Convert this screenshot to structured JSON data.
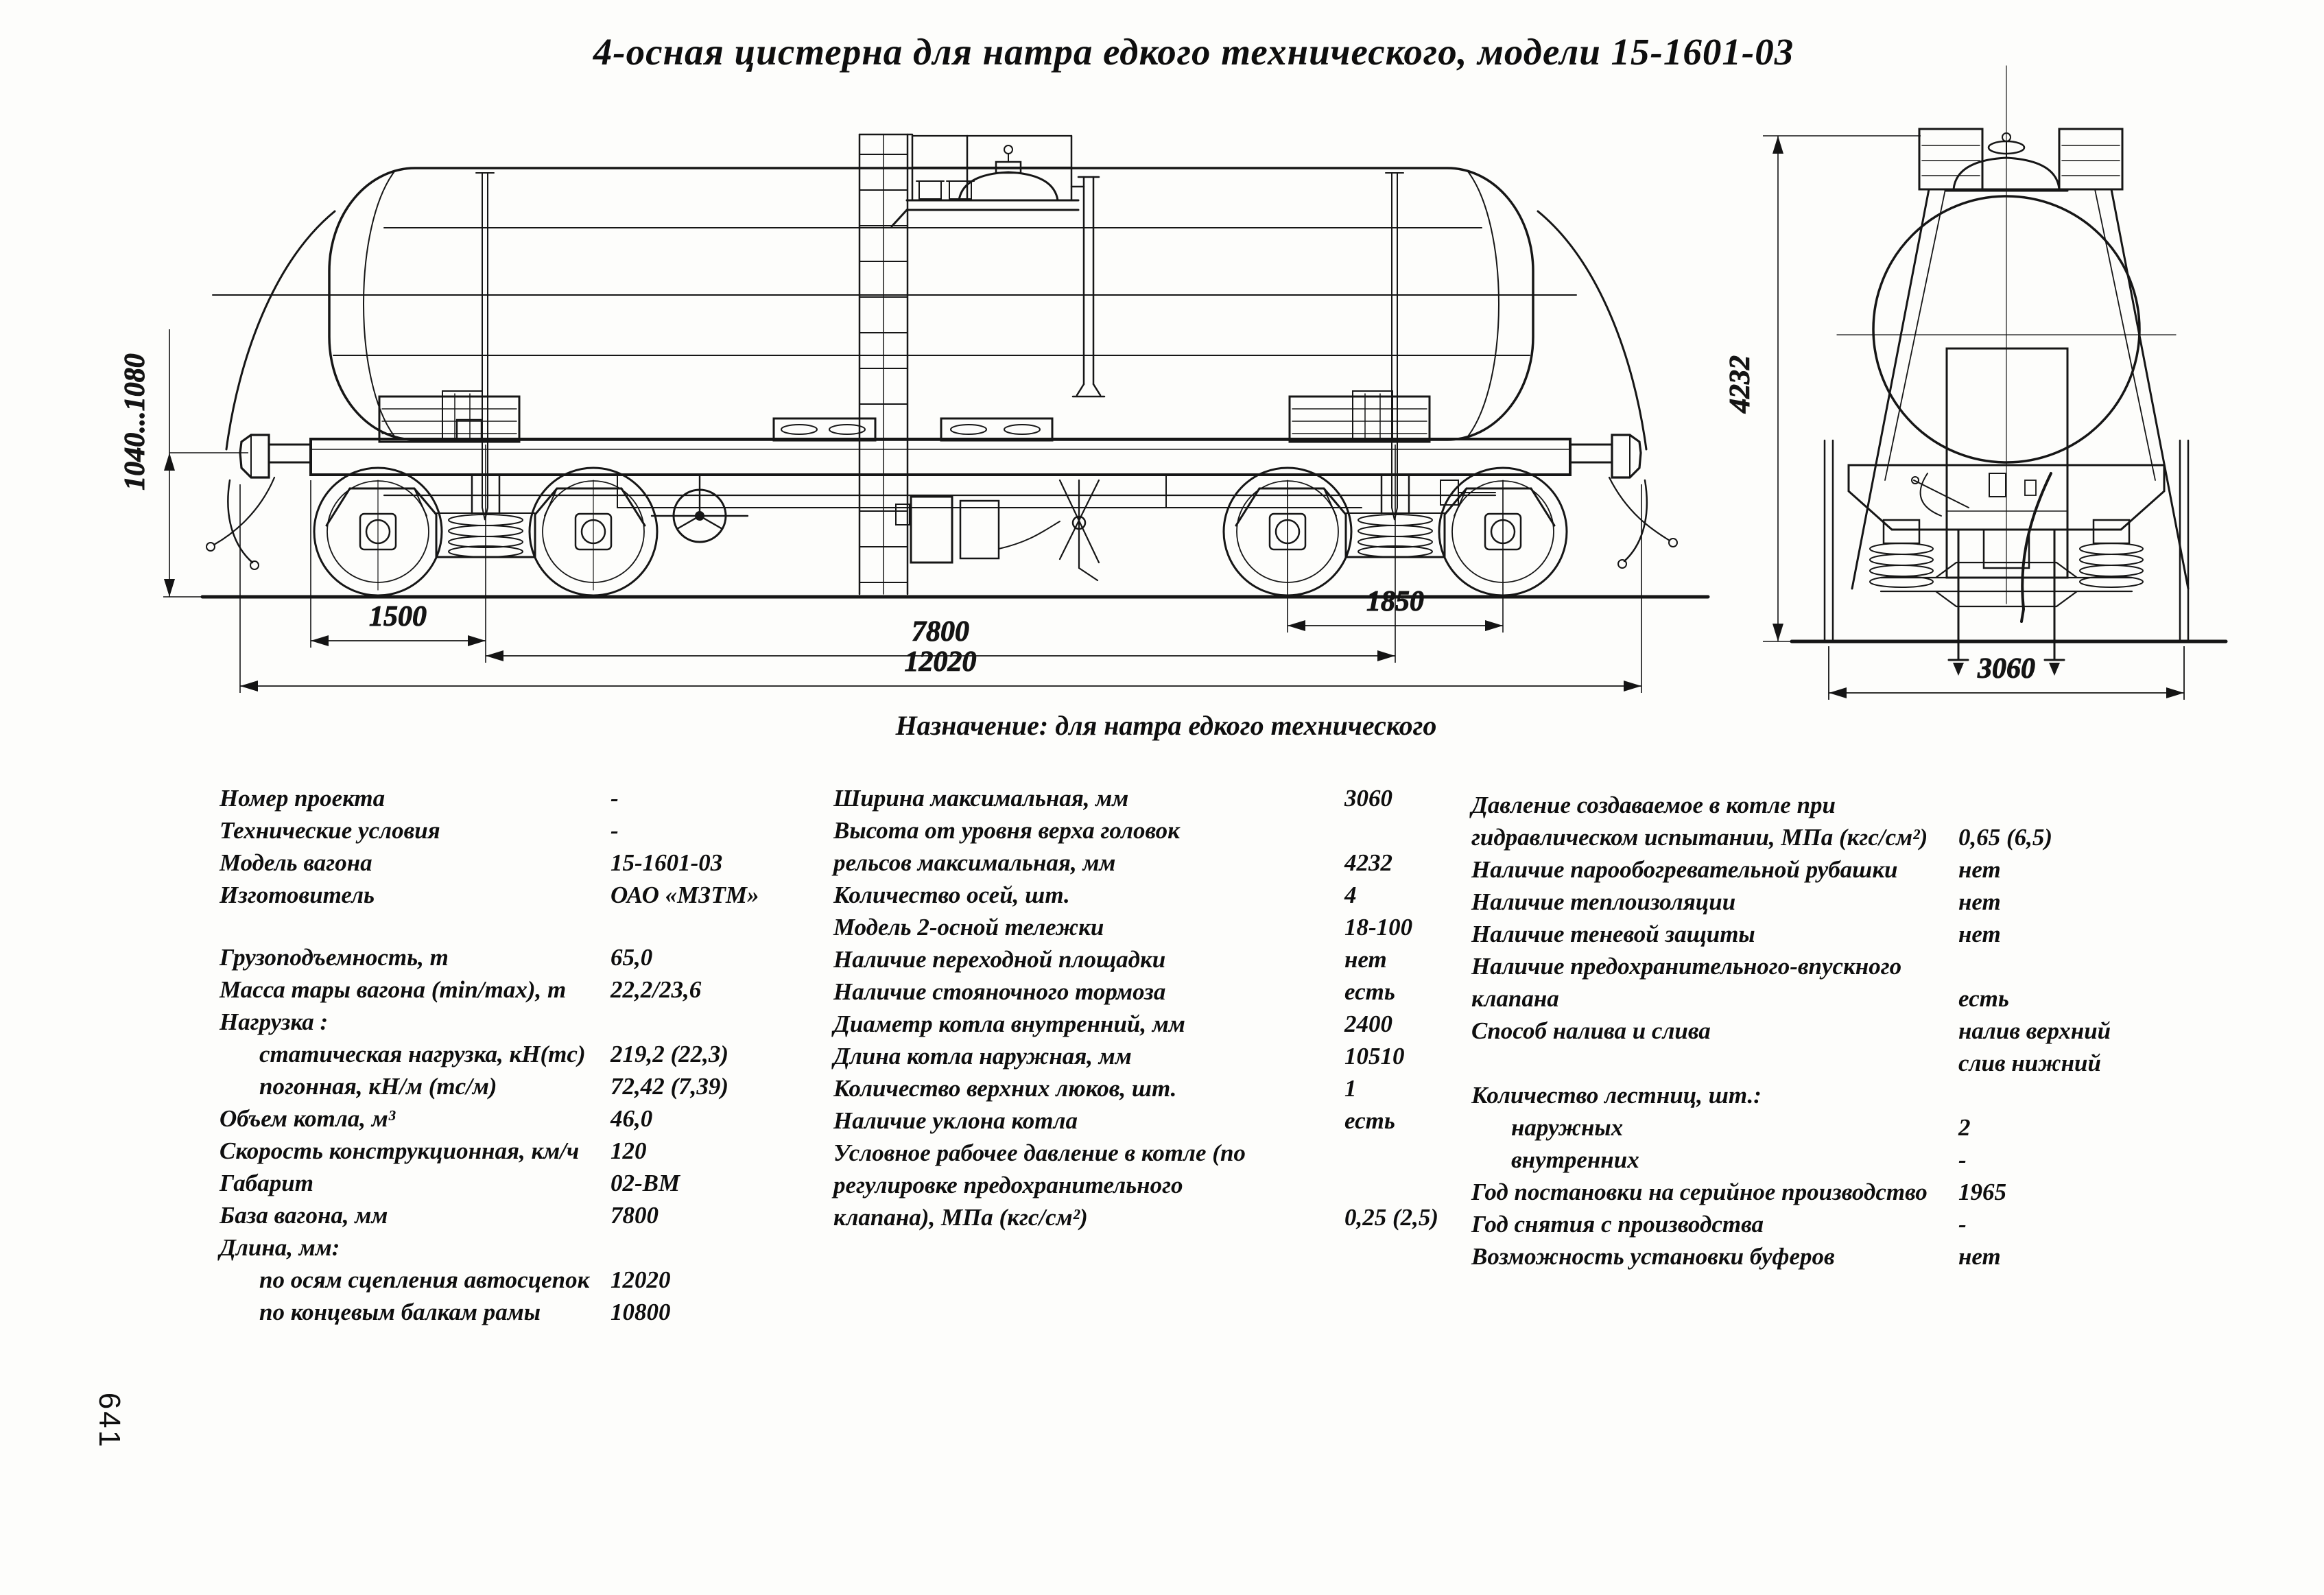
{
  "title": "4-осная цистерна для натра едкого технического, модели 15-1601-03",
  "purpose": "Назначение: для натра едкого технического",
  "page_number": "641",
  "drawing": {
    "side": {
      "coupler_height": "1040...1080",
      "end_to_pivot": "1500",
      "wagon_base": "7800",
      "bogie_wheelbase": "1850",
      "over_couplers": "12020"
    },
    "end": {
      "height": "4232",
      "width": "3060"
    }
  },
  "specs": {
    "col1": [
      {
        "label": "Номер проекта",
        "value": "-"
      },
      {
        "label": "Технические условия",
        "value": "-"
      },
      {
        "label": "Модель вагона",
        "value": "15-1601-03"
      },
      {
        "label": "Изготовитель",
        "value": "ОАО «МЗТМ»"
      },
      {
        "label": "Грузоподъемность, т",
        "value": "65,0",
        "gap": true
      },
      {
        "label": "Масса тары вагона (min/max), т",
        "value": "22,2/23,6"
      },
      {
        "label": "Нагрузка :",
        "value": ""
      },
      {
        "label": "статическая нагрузка, кН(тс)",
        "value": "219,2 (22,3)",
        "indent": true
      },
      {
        "label": "погонная, кН/м (тс/м)",
        "value": "72,42 (7,39)",
        "indent": true
      },
      {
        "label": "Объем котла, м³",
        "value": "46,0"
      },
      {
        "label": "Скорость конструкционная, км/ч",
        "value": "120"
      },
      {
        "label": "Габарит",
        "value": "02-ВМ"
      },
      {
        "label": "База вагона, мм",
        "value": "7800"
      },
      {
        "label": "Длина, мм:",
        "value": ""
      },
      {
        "label": "по осям сцепления автосцепок",
        "value": "12020",
        "indent": true
      },
      {
        "label": "по концевым балкам рамы",
        "value": "10800",
        "indent": true
      }
    ],
    "col2": [
      {
        "label": "Ширина максимальная, мм",
        "value": "3060"
      },
      {
        "label": "Высота от уровня верха головок рельсов максимальная, мм",
        "value": "4232"
      },
      {
        "label": "Количество осей, шт.",
        "value": "4"
      },
      {
        "label": "Модель 2-осной тележки",
        "value": "18-100"
      },
      {
        "label": "Наличие переходной площадки",
        "value": "нет"
      },
      {
        "label": "Наличие стояночного тормоза",
        "value": "есть"
      },
      {
        "label": "Диаметр котла внутренний, мм",
        "value": "2400"
      },
      {
        "label": "Длина котла наружная, мм",
        "value": "10510"
      },
      {
        "label": "Количество верхних люков, шт.",
        "value": "1"
      },
      {
        "label": "Наличие уклона котла",
        "value": "есть"
      },
      {
        "label": "Условное рабочее давление в котле  (по регулировке предохранительного клапана), МПа (кгс/см²)",
        "value": "0,25 (2,5)"
      }
    ],
    "col3": [
      {
        "label": "Давление создаваемое в котле при гидравлическом испытании, МПа (кгс/см²)",
        "value": "0,65 (6,5)"
      },
      {
        "label": "Наличие парообогревательной рубашки",
        "value": "нет"
      },
      {
        "label": "Наличие теплоизоляции",
        "value": "нет"
      },
      {
        "label": "Наличие теневой защиты",
        "value": "нет"
      },
      {
        "label": "Наличие предохранительного-впускного клапана",
        "value": "есть"
      },
      {
        "label": "Способ налива и слива",
        "value": "налив верхний\nслив нижний"
      },
      {
        "label": "Количество лестниц, шт.:",
        "value": ""
      },
      {
        "label": "наружных",
        "value": "2",
        "indent": true
      },
      {
        "label": "внутренних",
        "value": "-",
        "indent": true
      },
      {
        "label": "Год постановки на серийное производство",
        "value": "1965"
      },
      {
        "label": "Год снятия с производства",
        "value": "-"
      },
      {
        "label": "Возможность установки буферов",
        "value": "нет"
      }
    ]
  }
}
